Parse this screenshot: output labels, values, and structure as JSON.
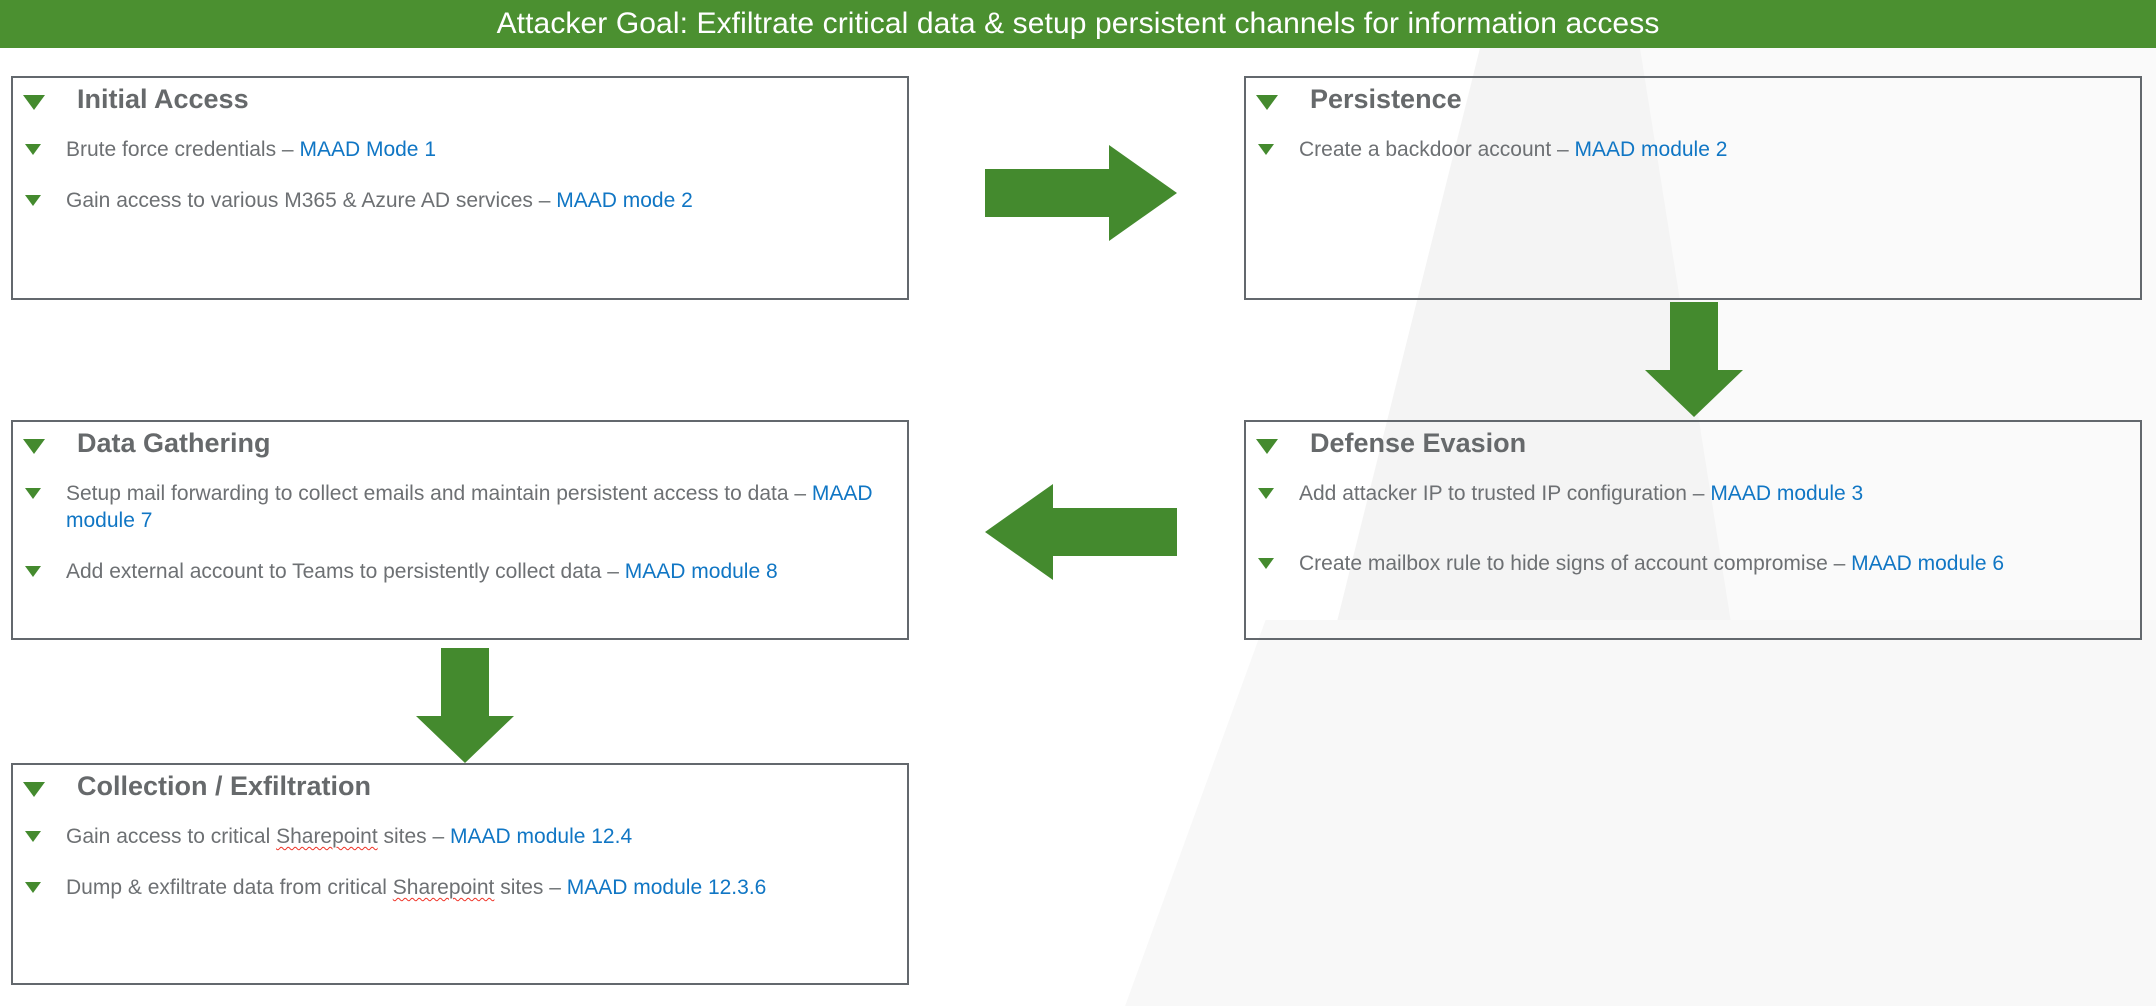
{
  "banner": {
    "title": "Attacker Goal: Exfiltrate critical data & setup persistent channels for information access",
    "color": "#4b9030"
  },
  "theme": {
    "green": "#448a2e",
    "link_blue": "#1076c4",
    "box_border": "#63686d",
    "title_gray": "#66696b",
    "body_gray": "#6d7073",
    "spellcheck_red": "#ef3124"
  },
  "stages": [
    {
      "id": "initial-access",
      "title": "Initial Access",
      "bullets": [
        {
          "pre": "Brute force credentials – ",
          "link": "MAAD Mode 1",
          "post": "",
          "misspelled": ""
        },
        {
          "pre": "Gain access to various M365 & Azure AD services – ",
          "link": "MAAD mode 2",
          "post": "",
          "misspelled": ""
        }
      ]
    },
    {
      "id": "persistence",
      "title": "Persistence",
      "bullets": [
        {
          "pre": "Create a backdoor account – ",
          "link": "MAAD module 2",
          "post": "",
          "misspelled": ""
        }
      ]
    },
    {
      "id": "data-gathering",
      "title": "Data Gathering",
      "bullets": [
        {
          "pre": "Setup mail forwarding to collect emails and maintain persistent access to data – ",
          "link": "MAAD module 7",
          "post": "",
          "misspelled": ""
        },
        {
          "pre": "Add external account to Teams to persistently collect data – ",
          "link": "MAAD module 8",
          "post": "",
          "misspelled": ""
        }
      ]
    },
    {
      "id": "defense-evasion",
      "title": "Defense Evasion",
      "bullets": [
        {
          "pre": "Add attacker IP to trusted IP configuration – ",
          "link": "MAAD module 3",
          "post": "",
          "misspelled": ""
        },
        {
          "pre": "Create mailbox rule to hide signs of account compromise – ",
          "link": "MAAD module 6",
          "post": "",
          "misspelled": ""
        }
      ]
    },
    {
      "id": "collection-exfiltration",
      "title": "Collection / Exfiltration",
      "bullets": [
        {
          "pre": "Gain access to critical ",
          "misspelled": "Sharepoint",
          "post": " sites – ",
          "link": "MAAD module 12.4"
        },
        {
          "pre": "Dump & exfiltrate data from critical ",
          "misspelled": "Sharepoint",
          "post": " sites – ",
          "link": "MAAD module 12.3.6"
        }
      ]
    }
  ],
  "arrows": [
    {
      "id": "initial-to-persistence",
      "direction": "right"
    },
    {
      "id": "persistence-to-defense-evasion",
      "direction": "down"
    },
    {
      "id": "defense-evasion-to-data-gathering",
      "direction": "left"
    },
    {
      "id": "data-gathering-to-collection",
      "direction": "down"
    }
  ]
}
